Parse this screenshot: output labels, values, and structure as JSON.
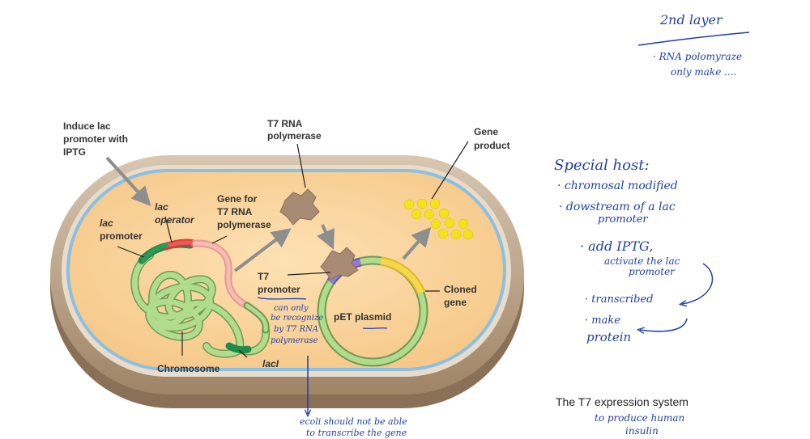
{
  "labels": {
    "induce_1": "Induce lac",
    "induce_2": "promoter with",
    "induce_3": "IPTG",
    "t7_rna_1": "T7 RNA",
    "t7_rna_2": "polymerase",
    "gene_product_1": "Gene",
    "gene_product_2": "product",
    "lac_operator_1": "lac",
    "lac_operator_2": "operator",
    "lac_promoter_1": "lac",
    "lac_promoter_2": "promoter",
    "gene_for_1": "Gene for",
    "gene_for_2": "T7 RNA",
    "gene_for_3": "polymerase",
    "t7_promoter_1": "T7",
    "t7_promoter_2": "promoter",
    "cloned_1": "Cloned",
    "cloned_2": "gene",
    "pet_plasmid": "pET plasmid",
    "chromosome": "Chromosome",
    "laci": "lacI",
    "caption": "The T7 expression system"
  },
  "handwriting": {
    "layer_title": "2nd layer",
    "layer_1": "· RNA polomyraze",
    "layer_2": "only make ....",
    "host_title": "Special host:",
    "host_1": "· chromosal modified",
    "host_2": "· dowstream of a lac",
    "host_3": "promoter",
    "host_4": "· add IPTG,",
    "host_5": "activate the lac",
    "host_6": "promoter",
    "host_7": "· transcribed",
    "host_8": "· make",
    "host_9": "protein",
    "t7_note_1": "can only",
    "t7_note_2": "be recognize",
    "t7_note_3": "by T7 RNA",
    "t7_note_4": "polymerase",
    "ecoli_1": "ecoli should not be able",
    "ecoli_2": "to transcribe the gene",
    "caption_1": "to produce human",
    "caption_2": "insulin"
  },
  "colors": {
    "cytoplasm": "#fbd39a",
    "membrane_blue": "#7fb5d9",
    "wall": "#c7b198",
    "dna_green": "#a6d67f",
    "operator_red": "#e03c3c",
    "gene_pink": "#f1a7a0",
    "t7_promoter_purple": "#7b68b8",
    "cloned_gene_yellow": "#f2cf3b",
    "polymerase": "#a98a74",
    "product_yellow": "#f6e21a",
    "ink_blue": "#1f3fa8"
  }
}
